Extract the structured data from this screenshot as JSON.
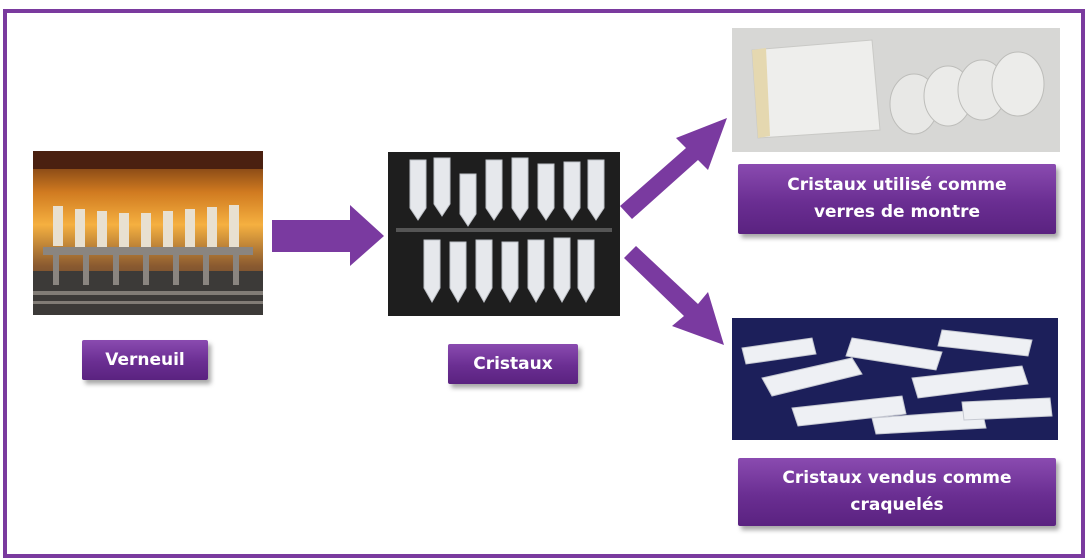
{
  "labels": {
    "verneuil": "Verneuil",
    "cristaux": "Cristaux",
    "watch_glass": "Cristaux utilisé comme verres de montre",
    "crackled": "Cristaux vendus comme craquelés"
  },
  "colors": {
    "frame": "#7a3a9e",
    "label_bg": "#6a2e92",
    "arrow": "#7a3aa0"
  }
}
